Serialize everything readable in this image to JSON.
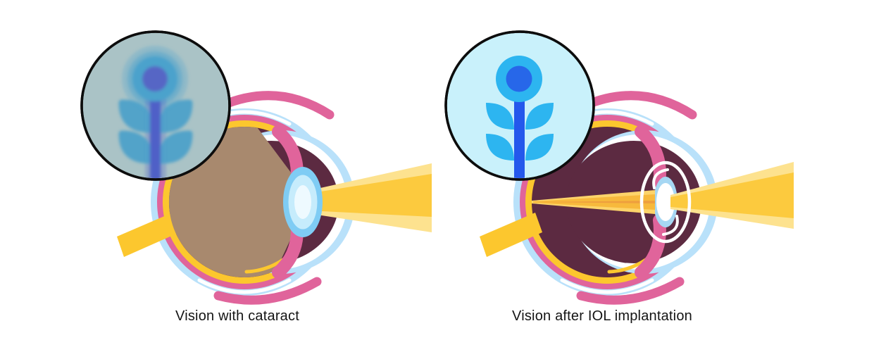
{
  "panels": [
    {
      "id": "cataract",
      "caption": "Vision with cataract"
    },
    {
      "id": "iol",
      "caption": "Vision after IOL implantation"
    }
  ],
  "colors": {
    "background": "#ffffff",
    "outline_black": "#0d0d0d",
    "sclera_blue": "#b9e1fa",
    "ring_pink": "#e0649b",
    "ring_yellow": "#fcc72e",
    "interior_maroon": "#5c2a41",
    "cataract_haze_tan": "#a8896e",
    "cornea_white": "#ffffff",
    "beam_core_yellow": "#fcca3e",
    "beam_light_yellow": "#fde28f",
    "focus_light": "#fdd46a",
    "focus_core": "#f7b93c",
    "focus_line": "#ee9f3e",
    "lens_outer_blue": "#7fccf4",
    "lens_mid_blue": "#c6ecfc",
    "lens_inner_white": "#eefaff",
    "iol_blue": "#a6d7f3",
    "iol_white": "#ffffff",
    "inset_cataract_bg": "#aac3c6",
    "cataract_flower_head": "#4ba2cc",
    "cataract_flower_center": "#5766c5",
    "cataract_flower_stem": "#5061c7",
    "cataract_flower_leaf": "#4aa0ca",
    "inset_clear_bg": "#c9f1fb",
    "clear_flower_head": "#2db5f0",
    "clear_flower_center": "#2767e9",
    "clear_flower_stem": "#2458ec",
    "clear_flower_leaf": "#2db5f0",
    "caption_text": "#141414"
  }
}
